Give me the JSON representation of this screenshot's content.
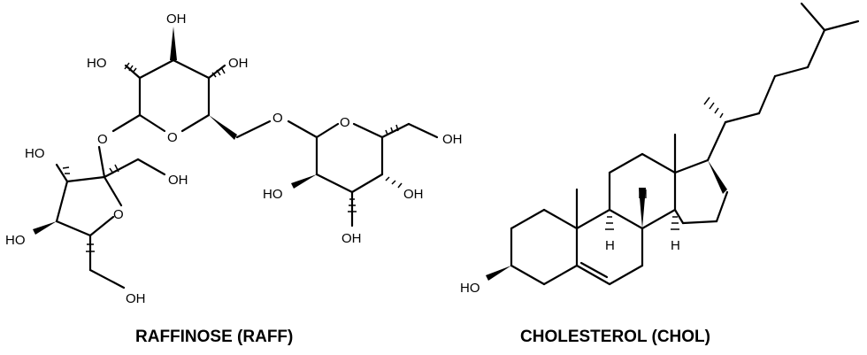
{
  "molecules": [
    {
      "caption": "RAFFINOSE (RAFF)",
      "atom_labels": [
        "OH",
        "HO",
        "OH",
        "O",
        "O",
        "O",
        "HO",
        "OH",
        "O",
        "O",
        "OH",
        "HO",
        "OH",
        "OH",
        "HO",
        "OH"
      ]
    },
    {
      "caption": "CHOLESTEROL (CHOL)",
      "atom_labels": [
        "H",
        "H",
        "H",
        "HO"
      ]
    }
  ]
}
